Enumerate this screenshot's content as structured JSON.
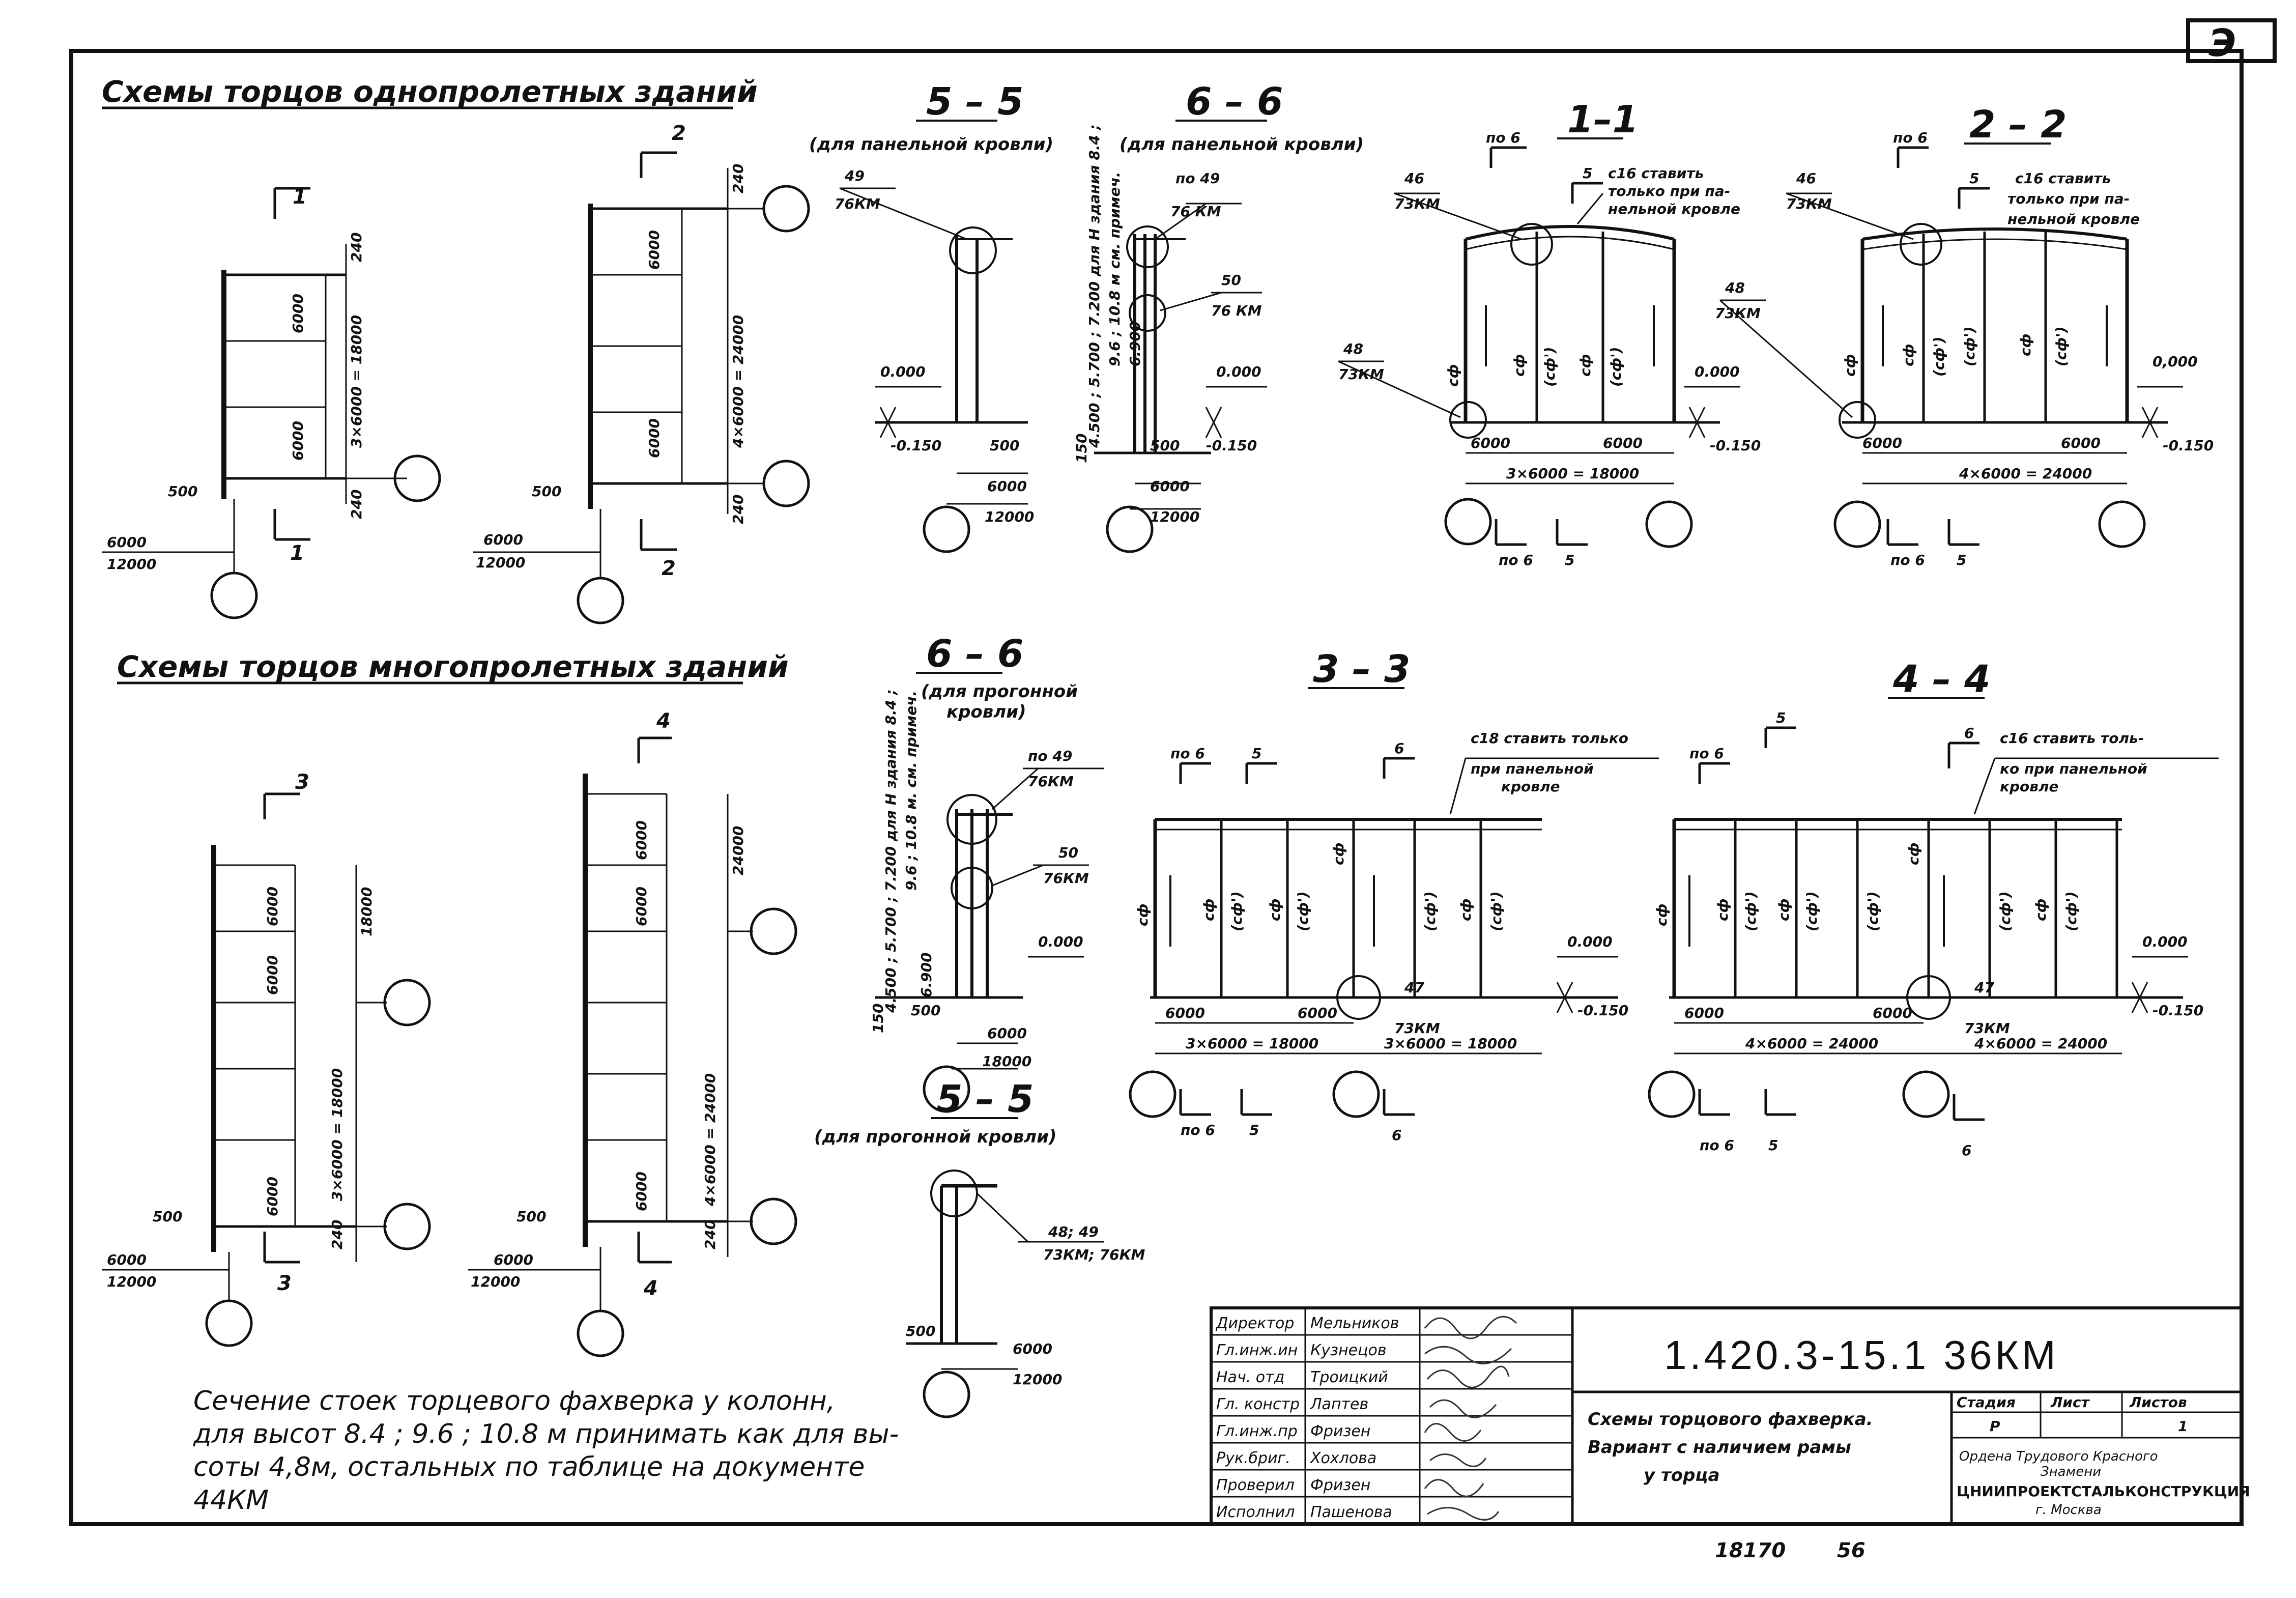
{
  "headings": {
    "single": "Схемы торцов однопролетных зданий",
    "multi": "Схемы торцов многопролетных зданий"
  },
  "plans": {
    "p1": {
      "mark": "1",
      "d1": "6000",
      "d2": "6000",
      "total": "3×6000 = 18000",
      "top": "240",
      "bot": "240",
      "col": "500",
      "s1": "6000",
      "s2": "12000"
    },
    "p2": {
      "mark": "2",
      "d1": "6000",
      "d2": "6000",
      "total": "4×6000 = 24000",
      "top": "240",
      "bot": "240",
      "col": "500",
      "s1": "6000",
      "s2": "12000"
    },
    "p3": {
      "mark": "3",
      "d1": "6000",
      "d2": "6000",
      "d3": "6000",
      "total": "3×6000 = 18000",
      "right": "18000",
      "bot": "240",
      "col": "500",
      "s1": "6000",
      "s2": "12000"
    },
    "p4": {
      "mark": "4",
      "d1": "6000",
      "d2": "6000",
      "d3": "6000",
      "total": "4×6000 = 24000",
      "right": "24000",
      "bot": "240",
      "col": "500",
      "s1": "6000",
      "s2": "12000"
    }
  },
  "sections": {
    "s55a": {
      "title": "5 – 5",
      "sub": "(для панельной кровли)",
      "node1": "49",
      "node2": "76КМ",
      "level": "0.000",
      "minus": "-0.150",
      "d1": "500",
      "d2": "6000",
      "d3": "12000"
    },
    "s66a": {
      "title": "6 – 6",
      "sub": "(для панельной кровли)",
      "vnote": "4.500 ; 5.700 ; 7.200 для H здания 8.4 ;",
      "vnote2": "9.6 ; 10.8 м см. примеч.",
      "vnote3": "6.900",
      "node1": "по 49",
      "node2": "76 КМ",
      "node3": "50",
      "node4": "76 КМ",
      "level": "0.000",
      "minus": "-0.150",
      "d1": "500",
      "d2": "6000",
      "d3": "12000",
      "base": "150"
    },
    "s11": {
      "title": "1–1",
      "po6": "по 6",
      "n5": "5",
      "c16": "с16 ставить",
      "c16b": "только при па-",
      "c16c": "нельной кровле",
      "n46": "46",
      "n73": "73КМ",
      "n48": "48",
      "n73b": "73КМ",
      "sf": "сф",
      "sfp": "(сф')",
      "d1": "6000",
      "d2": "6000",
      "total": "3×6000 = 18000",
      "level": "0.000",
      "minus": "-0.150",
      "bot1": "по 6",
      "bot2": "5"
    },
    "s22": {
      "title": "2 – 2",
      "po6": "по 6",
      "n5": "5",
      "c16": "с16 ставить",
      "c16b": "только при па-",
      "c16c": "нельной кровле",
      "n46": "46",
      "n73": "73КМ",
      "n48": "48",
      "n73b": "73КМ",
      "sf": "сф",
      "sfp": "(сф')",
      "d1": "6000",
      "d2": "6000",
      "total": "4×6000 = 24000",
      "level": "0,000",
      "minus": "-0.150",
      "bot1": "по 6",
      "bot2": "5"
    },
    "s66b": {
      "title": "6 – 6",
      "sub1": "(для прогонной",
      "sub2": "кровли)",
      "vnote": "4.500 ; 5.700 ; 7.200 для H здания 8.4 ;",
      "vnote2": "9.6 ; 10.8 м. см. примеч.",
      "vnote3": "6.900",
      "node1": "по 49",
      "node2": "76КМ",
      "node3": "50",
      "node4": "76КМ",
      "level": "0.000",
      "d1": "500",
      "d2": "6000",
      "d3": "18000",
      "base": "150"
    },
    "s33": {
      "title": "3 – 3",
      "po6": "по 6",
      "n5": "5",
      "n6": "6",
      "c18": "с18 ставить только",
      "c18b": "при панельной",
      "c18c": "кровле",
      "n47": "47",
      "n73": "73КМ",
      "sf": "сф",
      "sfp": "(сф')",
      "d1": "6000",
      "d2": "6000",
      "tot1": "3×6000 = 18000",
      "tot2": "3×6000 = 18000",
      "level": "0.000",
      "minus": "-0.150",
      "bot1": "по 6",
      "bot2": "5",
      "bot3": "6"
    },
    "s44": {
      "title": "4 – 4",
      "po6": "по 6",
      "n5": "5",
      "n6": "6",
      "c16": "с16 ставить толь-",
      "c16b": "ко при панельной",
      "c16c": "кровле",
      "n47": "47",
      "n73": "73КМ",
      "sf": "сф",
      "sfp": "(сф')",
      "d1": "6000",
      "d2": "6000",
      "tot1": "4×6000 = 24000",
      "tot2": "4×6000 = 24000",
      "level": "0.000",
      "minus": "-0.150",
      "bot1": "по 6",
      "bot2": "5",
      "bot3": "6"
    },
    "s55b": {
      "title": "5 – 5",
      "sub": "(для прогонной кровли)",
      "node1": "48; 49",
      "node2": "73КМ; 76КМ",
      "d1": "500",
      "d2": "6000",
      "d3": "12000"
    }
  },
  "note": {
    "l1": "Сечение стоек торцевого фахверка у колонн,",
    "l2": "для высот 8.4 ; 9.6 ; 10.8 м принимать как для вы-",
    "l3": "соты 4,8м, остальных по таблице на документе",
    "l4": "44КМ"
  },
  "stamp": {
    "code": "1.420.3-15.1  36КМ",
    "title1": "Схемы торцового фахверка.",
    "title2": "Вариант с наличием рамы",
    "title3": "у торца",
    "stage_h": "Стадия",
    "sheet_h": "Лист",
    "sheets_h": "Листов",
    "stage": "Р",
    "sheet": "",
    "sheets": "1",
    "org1": "Ордена Трудового Красного",
    "org2": "Знамени",
    "org3": "ЦНИИПРОЕКТСТАЛЬКОНСТРУКЦИЯ",
    "org4": "г. Москва",
    "roles": [
      {
        "role": "Директор",
        "name": "Мельников"
      },
      {
        "role": "Гл.инж.ин",
        "name": "Кузнецов"
      },
      {
        "role": "Нач. отд",
        "name": "Троицкий"
      },
      {
        "role": "Гл. констр",
        "name": "Лаптев"
      },
      {
        "role": "Гл.инж.пр",
        "name": "Фризен"
      },
      {
        "role": "Рук.бриг.",
        "name": "Хохлова"
      },
      {
        "role": "Проверил",
        "name": "Фризен"
      },
      {
        "role": "Исполнил",
        "name": "Пашенова"
      }
    ]
  },
  "footer": {
    "number": "18170",
    "page": "56"
  },
  "corner": {
    "mark": "Э"
  }
}
